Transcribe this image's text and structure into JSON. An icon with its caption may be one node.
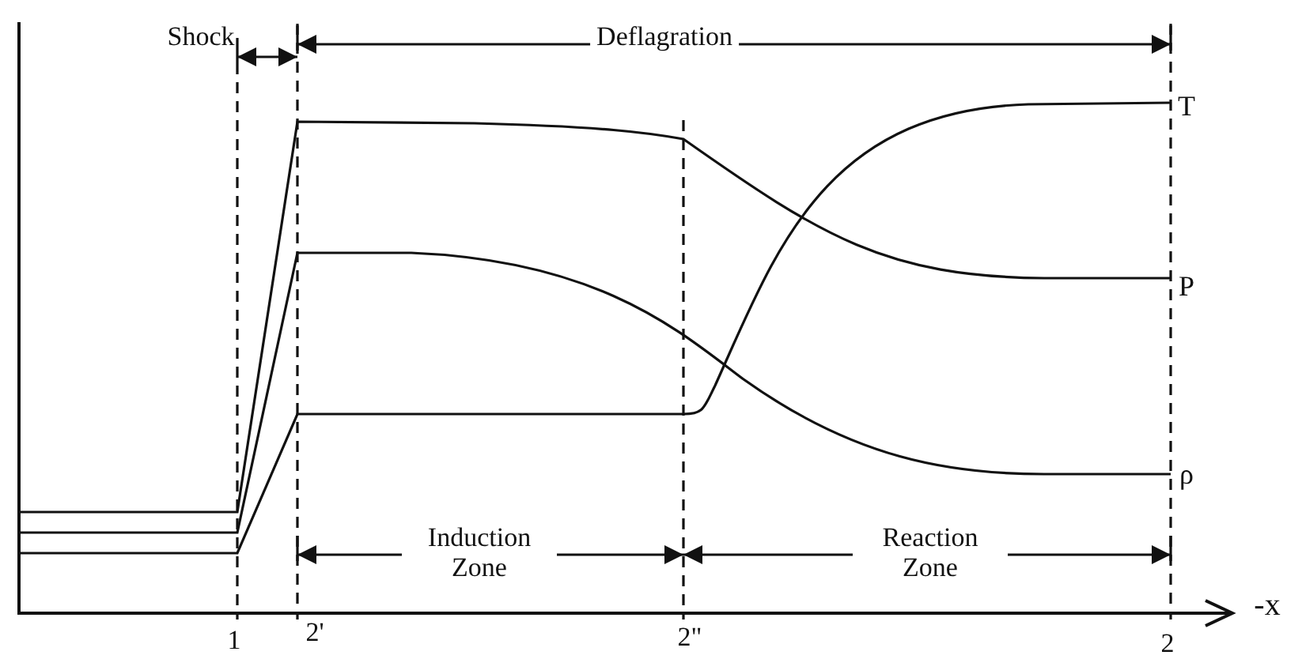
{
  "diagram": {
    "labels": [
      "Shock",
      "Deflagration",
      "T",
      "P",
      "ρ",
      "Induction Zone",
      "Reaction Zone",
      "-x",
      "1",
      "2'",
      "2\"",
      "2"
    ]
  }
}
